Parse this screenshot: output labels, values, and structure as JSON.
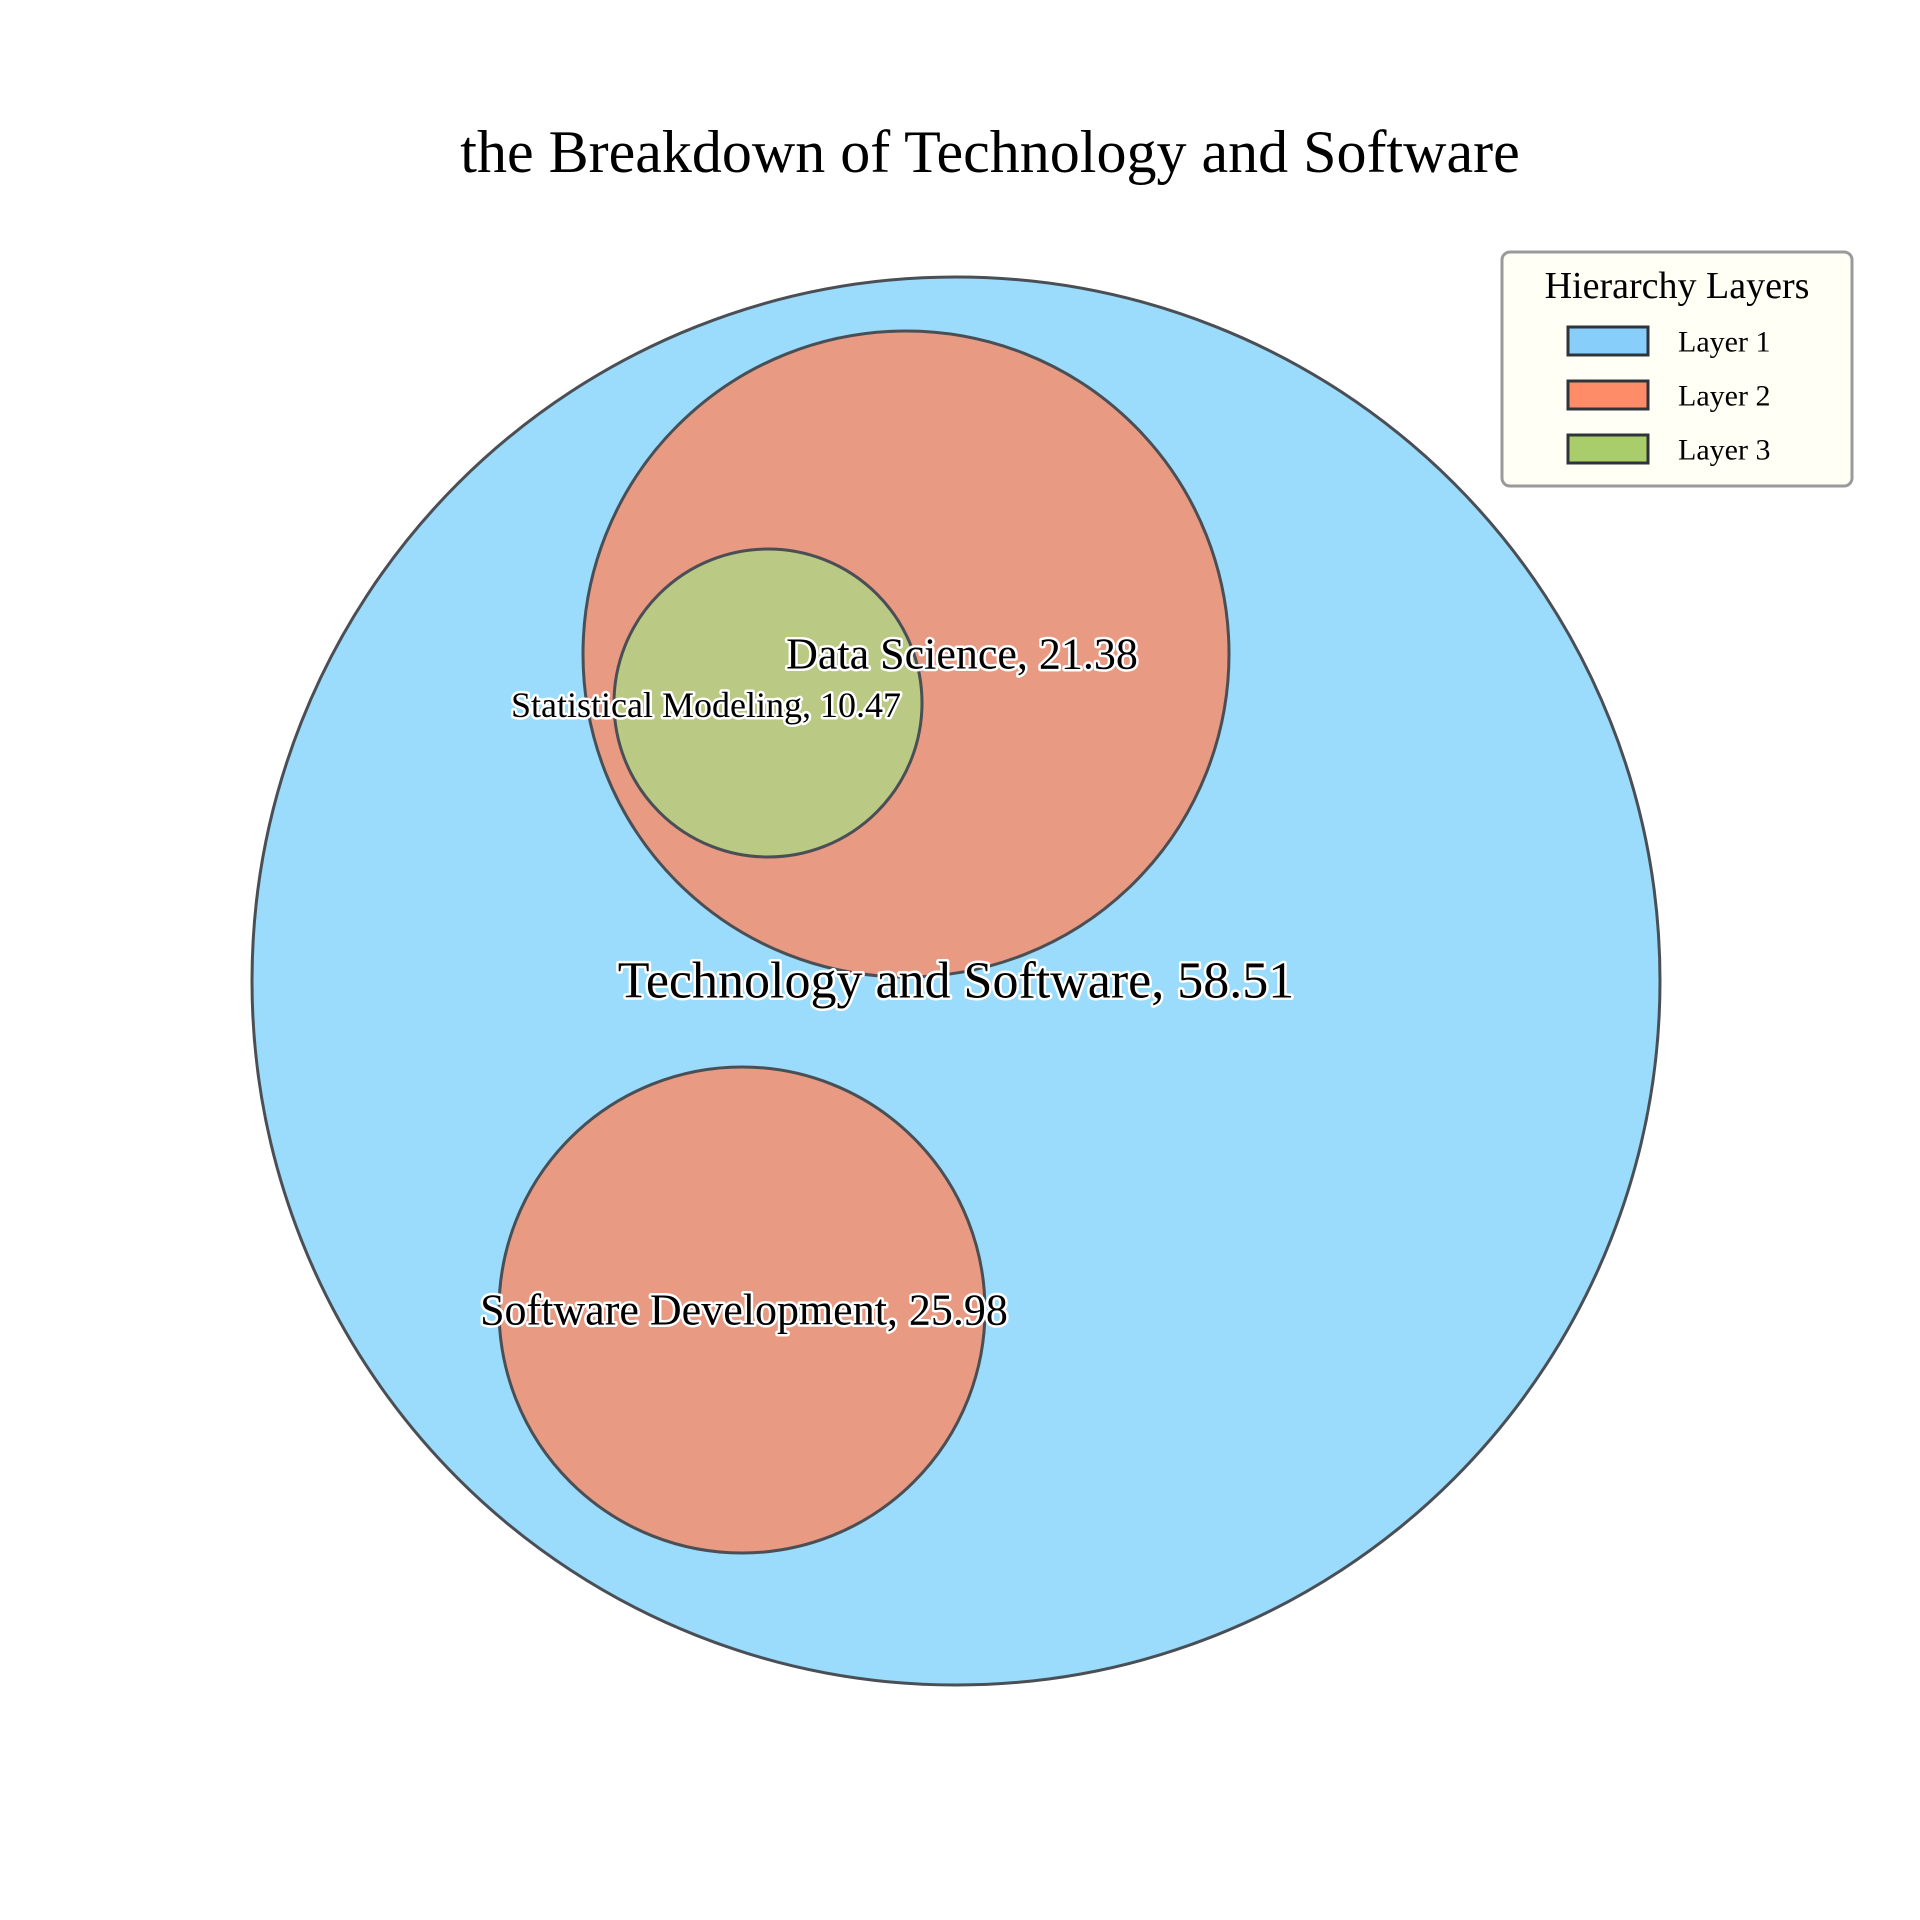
{
  "chart_data": {
    "type": "circle_packing",
    "title": "the Breakdown of Technology and Software",
    "nodes": [
      {
        "name": "Technology and Software",
        "value": 58.51,
        "layer": 1,
        "label": "Technology and Software, 58.51"
      },
      {
        "name": "Data Science",
        "value": 21.38,
        "layer": 2,
        "parent": "Technology and Software",
        "label": "Data Science, 21.38"
      },
      {
        "name": "Statistical Modeling",
        "value": 10.47,
        "layer": 3,
        "parent": "Data Science",
        "label": "Statistical Modeling, 10.47"
      },
      {
        "name": "Software Development",
        "value": 25.98,
        "layer": 2,
        "parent": "Technology and Software",
        "label": "Software Development, 25.98"
      }
    ],
    "legend": {
      "title": "Hierarchy Layers",
      "placement": "top-right",
      "items": [
        {
          "label": "Layer 1",
          "color": "#87CEFA"
        },
        {
          "label": "Layer 2",
          "color": "#FF8C69"
        },
        {
          "label": "Layer 3",
          "color": "#A8CD6A"
        }
      ]
    },
    "fill_colors": {
      "1": "#9BDBFB",
      "2": "#E99A82",
      "3": "#BAC984"
    },
    "edge_color": "#4A4F55",
    "legend_background": "#FFFFF5"
  }
}
